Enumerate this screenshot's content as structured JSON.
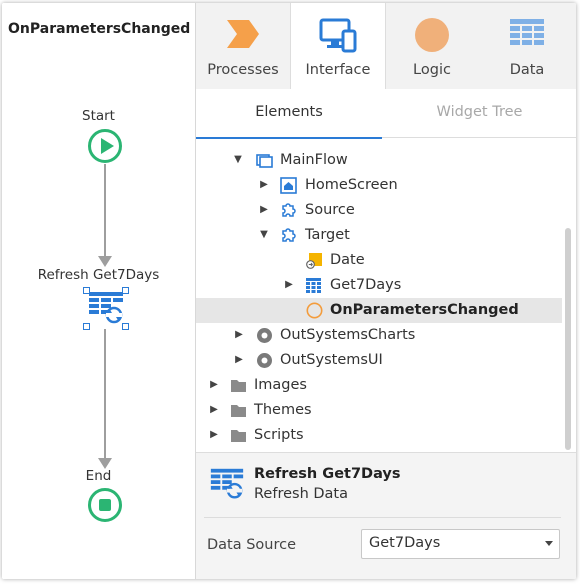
{
  "flow": {
    "title": "OnParametersChanged",
    "start_label": "Start",
    "refresh_label": "Refresh Get7Days",
    "end_label": "End"
  },
  "tabs": [
    {
      "label": "Processes",
      "icon": "processes-icon"
    },
    {
      "label": "Interface",
      "icon": "interface-icon"
    },
    {
      "label": "Logic",
      "icon": "logic-icon"
    },
    {
      "label": "Data",
      "icon": "data-icon"
    }
  ],
  "active_tab": "Interface",
  "subtabs": {
    "elements": "Elements",
    "widget_tree": "Widget Tree"
  },
  "tree": [
    {
      "label": "MainFlow",
      "icon": "flow-icon",
      "expanded": true
    },
    {
      "label": "HomeScreen",
      "icon": "home-screen-icon",
      "expanded": false
    },
    {
      "label": "Source",
      "icon": "block-icon",
      "expanded": false
    },
    {
      "label": "Target",
      "icon": "block-icon",
      "expanded": true
    },
    {
      "label": "Date",
      "icon": "input-parameter-icon"
    },
    {
      "label": "Get7Days",
      "icon": "aggregate-icon",
      "expanded": false
    },
    {
      "label": "OnParametersChanged",
      "icon": "action-icon",
      "selected": true
    },
    {
      "label": "OutSystemsCharts",
      "icon": "module-icon",
      "expanded": false
    },
    {
      "label": "OutSystemsUI",
      "icon": "module-icon",
      "expanded": false
    },
    {
      "label": "Images",
      "icon": "folder-icon",
      "expanded": false
    },
    {
      "label": "Themes",
      "icon": "folder-icon",
      "expanded": false
    },
    {
      "label": "Scripts",
      "icon": "folder-icon",
      "expanded": false
    }
  ],
  "properties": {
    "title": "Refresh Get7Days",
    "subtitle": "Refresh Data",
    "data_source_label": "Data Source",
    "data_source_value": "Get7Days"
  },
  "colors": {
    "accent": "#2a7bd6",
    "flow_green": "#2bb573",
    "orange": "#f39c3c",
    "tab_active_bg": "#ffffff"
  }
}
